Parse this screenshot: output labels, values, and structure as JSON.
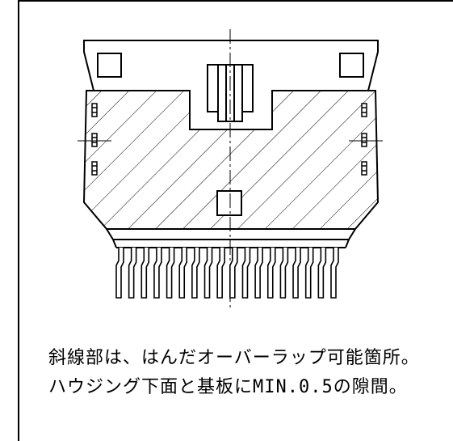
{
  "notes": {
    "line1": "斜線部は、はんだオーバーラップ可能箇所。",
    "line2": "ハウジング下面と基板にMIN.0.5の隙間。"
  },
  "diagram": {
    "pin_count": 18,
    "stroke_color": "#000000",
    "background_color": "#ffffff"
  }
}
